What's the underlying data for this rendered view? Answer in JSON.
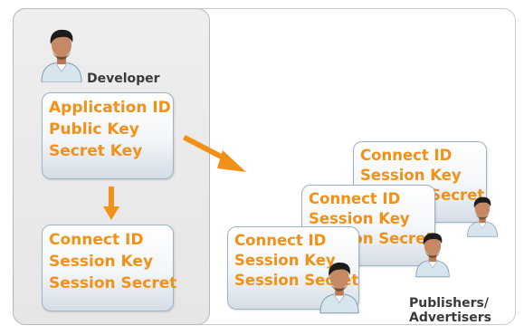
{
  "developer": {
    "label": "Developer",
    "credentials": [
      "Application ID",
      "Public Key",
      "Secret Key"
    ]
  },
  "session": {
    "credentials": [
      "Connect ID",
      "Session Key",
      "Session Secret"
    ]
  },
  "publishers": {
    "label_line1": "Publishers/",
    "label_line2": "Advertisers",
    "cards": [
      {
        "lines": [
          "Connect ID",
          "Session Key",
          "Session Secret"
        ]
      },
      {
        "lines": [
          "Connect ID",
          "Session Key",
          "Session Secret"
        ]
      },
      {
        "lines": [
          "Connect ID",
          "Session Key",
          "Session Secret"
        ]
      }
    ]
  },
  "colors": {
    "accent": "#f29118",
    "label": "#3a3a3a",
    "card_border": "#9fb1c4",
    "panel_bg": "#eeeeee",
    "shirt": "#d7e6ee",
    "skin": "#c58a64",
    "hair": "#1c1c1c"
  },
  "icons": [
    "person-icon",
    "arrow-down-icon",
    "arrow-diagonal-icon"
  ]
}
